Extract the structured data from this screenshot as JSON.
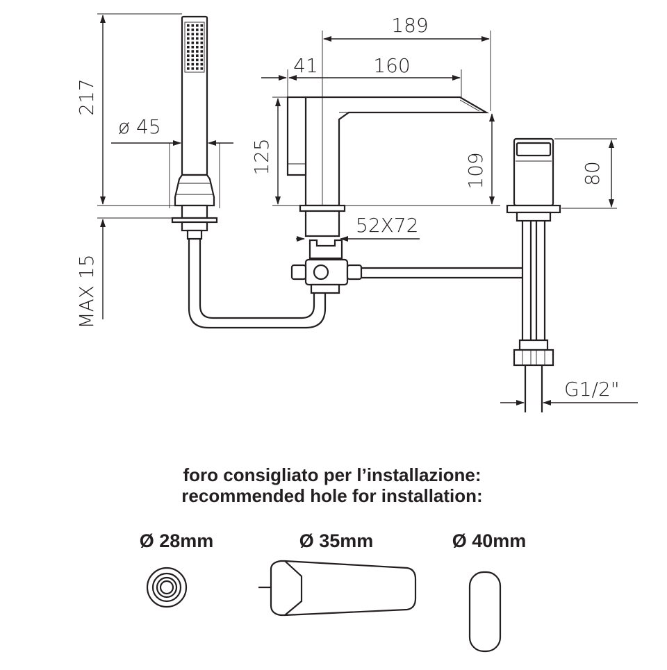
{
  "dimensions": {
    "handshower_height": "217",
    "handshower_diameter": "ø 45",
    "max_thickness": "MAX 15",
    "spout_total_length": "189",
    "spout_offset": "41",
    "spout_length": "160",
    "spout_body_height": "125",
    "spout_outlet_height": "109",
    "base_plate": "52X72",
    "mixer_height": "80",
    "connection_thread": "G1/2\""
  },
  "installation": {
    "title_it": "foro consigliato per l’installazione:",
    "title_en": "recommended hole for installation:",
    "holes": [
      {
        "label": "Ø 28mm"
      },
      {
        "label": "Ø 35mm"
      },
      {
        "label": "Ø 40mm"
      }
    ]
  },
  "colors": {
    "line": "#231f20",
    "background": "#ffffff"
  }
}
